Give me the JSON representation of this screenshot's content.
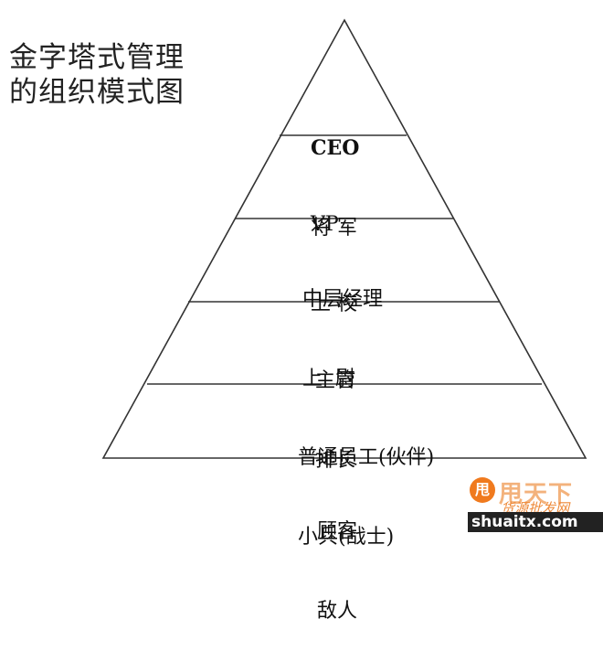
{
  "title": {
    "line1": "金字塔式管理",
    "line2": "的组织模式图"
  },
  "levels": [
    {
      "line1": "CEO",
      "line2": "将 军"
    },
    {
      "line1": "VP",
      "line2": "上 校"
    },
    {
      "line1": "中层经理",
      "line2": "上  尉"
    },
    {
      "line1": "主管",
      "line2": "排长"
    },
    {
      "line1": "普通员工(伙伴)",
      "line2": "小兵(战士)"
    }
  ],
  "outside": {
    "line1": "顾客",
    "line2": "敌人"
  },
  "watermark": {
    "logo_char": "甩",
    "brand": "甩天下",
    "sub": "货源批发网",
    "url": "shuaitx.com"
  },
  "colors": {
    "line": "#333333",
    "text": "#111111"
  }
}
